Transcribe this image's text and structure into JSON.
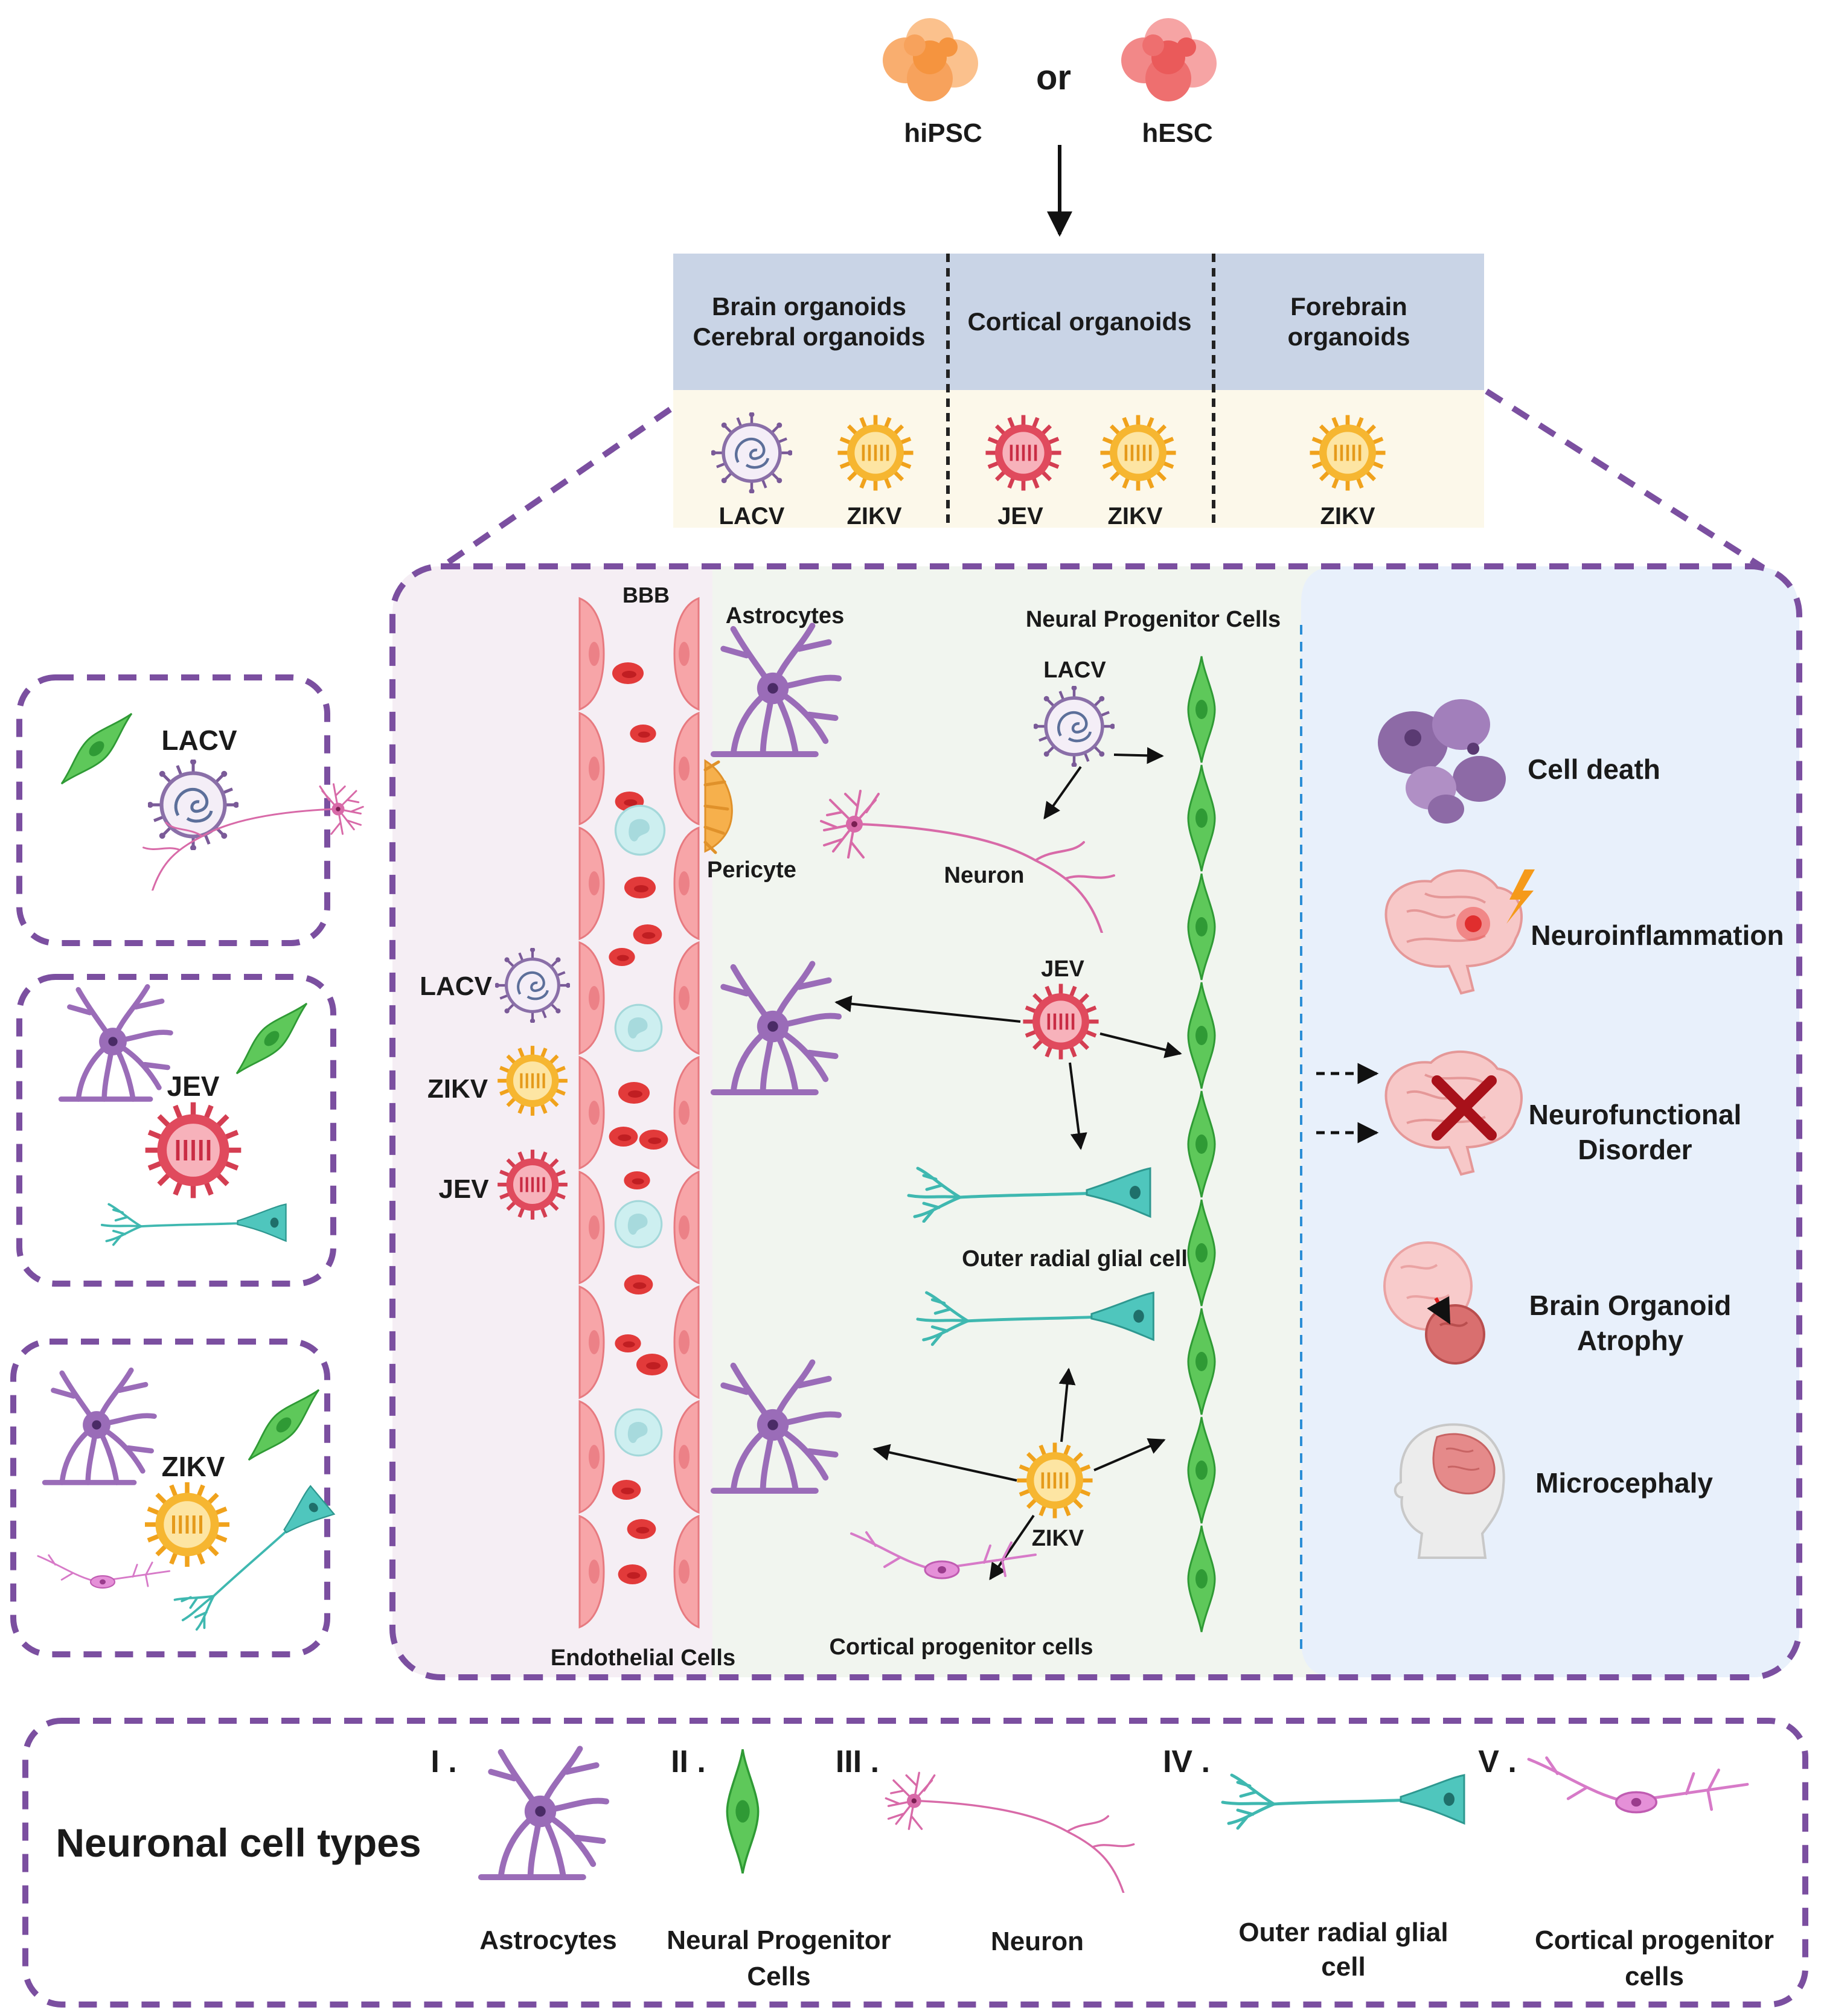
{
  "top": {
    "source_a": "hiPSC",
    "connector": "or",
    "source_b": "hESC"
  },
  "organoid_table": {
    "col1_line1": "Brain organoids",
    "col1_line2": "Cerebral organoids",
    "col2": "Cortical organoids",
    "col3_line1": "Forebrain",
    "col3_line2": "organoids",
    "col1_virus_a": "LACV",
    "col1_virus_b": "ZIKV",
    "col2_virus_a": "JEV",
    "col2_virus_b": "ZIKV",
    "col3_virus_a": "ZIKV"
  },
  "side_panels": {
    "panel1": "LACV",
    "panel2": "JEV",
    "panel3": "ZIKV"
  },
  "main": {
    "bbb": "BBB",
    "endothelial": "Endothelial Cells",
    "virus_lacv": "LACV",
    "virus_zikv": "ZIKV",
    "virus_jev": "JEV",
    "astrocytes": "Astrocytes",
    "pericyte": "Pericyte",
    "neuron": "Neuron",
    "npc": "Neural Progenitor Cells",
    "orgc": "Outer radial glial cell",
    "cpc": "Cortical progenitor cells",
    "lacv": "LACV",
    "jev": "JEV",
    "zikv": "ZIKV"
  },
  "outcomes": {
    "cell_death": "Cell death",
    "neuroinflammation": "Neuroinflammation",
    "neurofunctional_1": "Neurofunctional",
    "neurofunctional_2": "Disorder",
    "atrophy_1": "Brain Organoid",
    "atrophy_2": "Atrophy",
    "microcephaly": "Microcephaly"
  },
  "legend": {
    "title": "Neuronal cell types",
    "n1": "I .",
    "n2": "II .",
    "n3": "III .",
    "n4": "IV .",
    "n5": "V .",
    "c1": "Astrocytes",
    "c2_1": "Neural Progenitor",
    "c2_2": "Cells",
    "c3": "Neuron",
    "c4_1": "Outer radial glial",
    "c4_2": "cell",
    "c5_1": "Cortical progenitor",
    "c5_2": "cells"
  },
  "colors": {
    "frame_purple": "#7b4fa0",
    "header_blue": "#c9d4e6",
    "row_cream": "#fcf8ea",
    "bbb_pink": "#f5eef4",
    "cns_green": "#f1f5ef",
    "outcome_blue": "#e8f0fb",
    "zikv_orange": "#f6b631",
    "jev_red": "#e04a5d",
    "lacv_purple": "#8a6fa8",
    "npc_green": "#4fbe4f",
    "astro_purple": "#9a6cb8",
    "orgc_teal": "#3fb8b0",
    "neuron_pink": "#d86aa8"
  }
}
